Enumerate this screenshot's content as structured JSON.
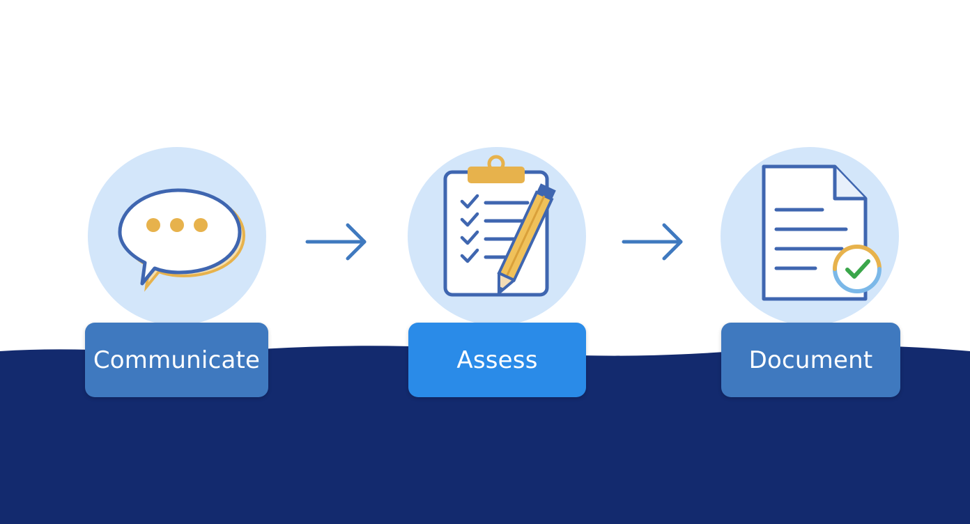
{
  "steps": [
    {
      "label": "Communicate",
      "icon": "speech-bubble-icon"
    },
    {
      "label": "Assess",
      "icon": "clipboard-checklist-icon"
    },
    {
      "label": "Document",
      "icon": "document-check-icon"
    }
  ],
  "colors": {
    "background": "#ffffff",
    "band": "#132a6e",
    "circle": "#d3e6fa",
    "label_default": "#3f79bf",
    "label_active": "#2a8be8",
    "icon_outline": "#3f66b0",
    "icon_accent": "#e7b24c",
    "check": "#3aa64a"
  }
}
